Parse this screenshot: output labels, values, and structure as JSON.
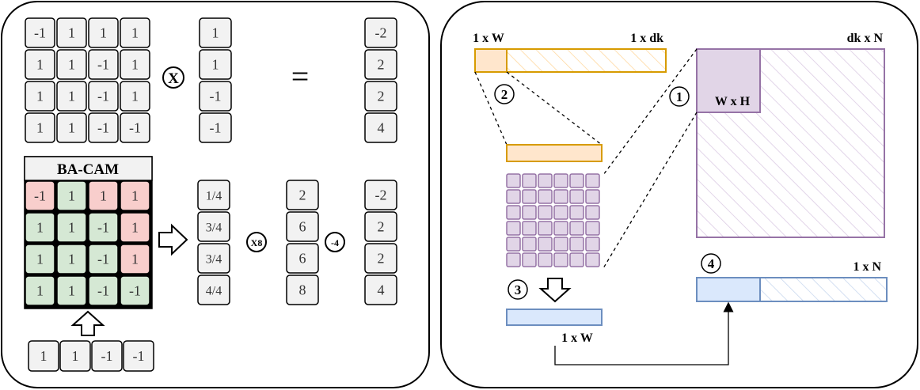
{
  "left_panel": {
    "matrix_top": [
      [
        "-1",
        "1",
        "1",
        "1"
      ],
      [
        "1",
        "1",
        "-1",
        "1"
      ],
      [
        "1",
        "1",
        "-1",
        "1"
      ],
      [
        "1",
        "1",
        "-1",
        "-1"
      ]
    ],
    "times_symbol": "X",
    "vector_top": [
      "1",
      "1",
      "-1",
      "-1"
    ],
    "equals_symbol": "=",
    "result_top": [
      "-2",
      "2",
      "2",
      "4"
    ],
    "bacam_title": "BA-CAM",
    "matrix_bottom": [
      [
        "-1",
        "1",
        "1",
        "1"
      ],
      [
        "1",
        "1",
        "-1",
        "1"
      ],
      [
        "1",
        "1",
        "-1",
        "1"
      ],
      [
        "1",
        "1",
        "-1",
        "-1"
      ]
    ],
    "cell_states_bottom": [
      [
        "red",
        "green",
        "red",
        "red"
      ],
      [
        "green",
        "green",
        "green",
        "red"
      ],
      [
        "green",
        "green",
        "green",
        "red"
      ],
      [
        "green",
        "green",
        "green",
        "green"
      ]
    ],
    "fraction_vector": [
      "1/4",
      "3/4",
      "3/4",
      "4/4"
    ],
    "multiply_label": "X8",
    "scaled_vector": [
      "2",
      "6",
      "6",
      "8"
    ],
    "subtract_label": "-4",
    "result_bottom": [
      "-2",
      "2",
      "2",
      "4"
    ],
    "input_vector": [
      "1",
      "1",
      "-1",
      "-1"
    ]
  },
  "right_panel": {
    "label_1xW_top": "1 x W",
    "label_1xdk": "1 x dk",
    "label_dkxN": "dk x N",
    "label_WxH": "W x H",
    "label_1xW_bottom": "1 x W",
    "label_1xN": "1 x N",
    "step_1": "1",
    "step_2": "2",
    "step_3": "3",
    "step_4": "4"
  },
  "colors": {
    "red_cell": "#f8cecc",
    "green_cell": "#d5e8d4",
    "gray_cell": "#f2f2f2",
    "orange": "#d79b00",
    "orange_fill": "#ffe6cc",
    "purple": "#9673a6",
    "purple_fill": "#e1d5e7",
    "blue": "#6c8ebf",
    "blue_fill": "#dae8fc"
  }
}
